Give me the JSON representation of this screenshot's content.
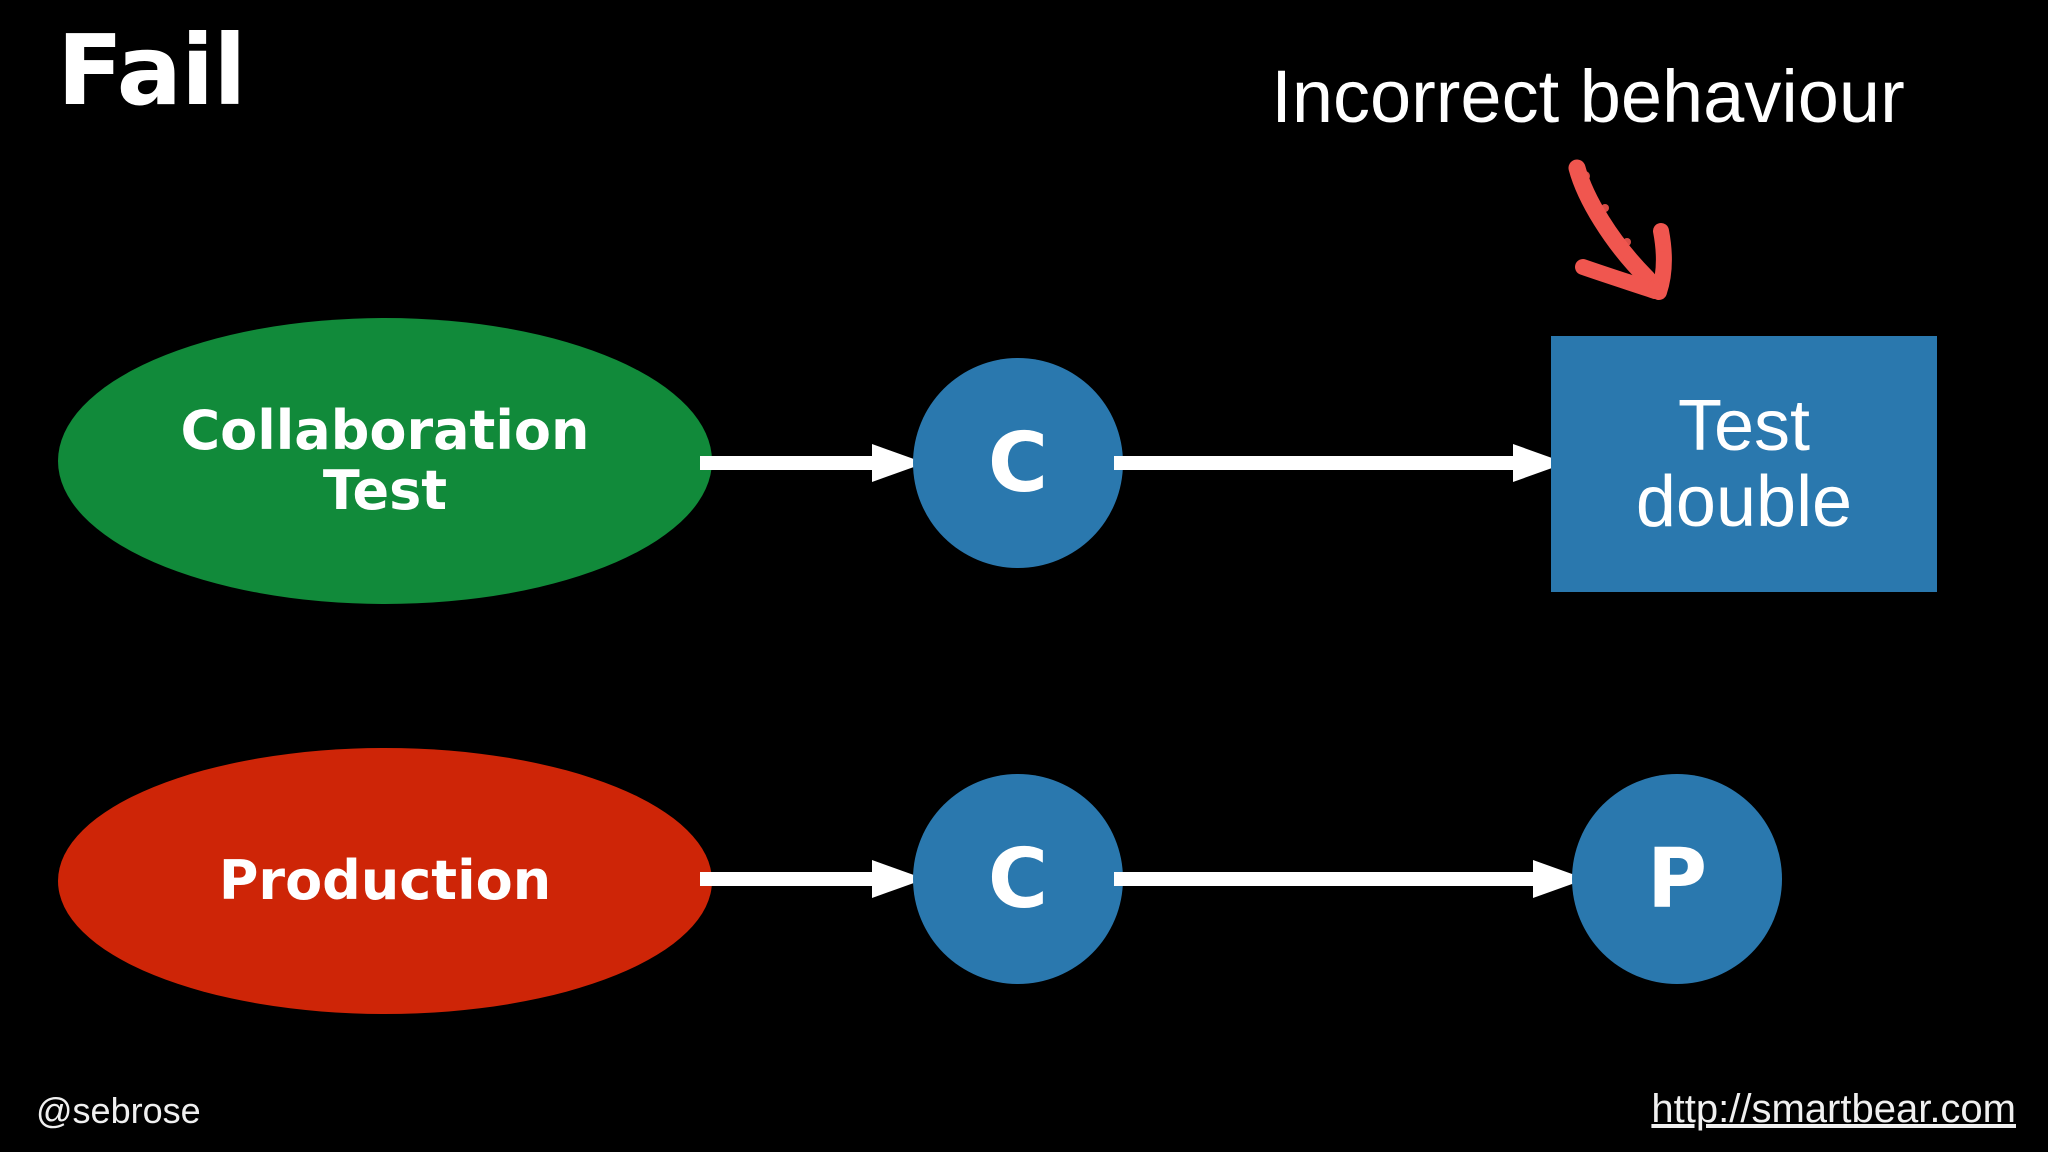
{
  "slide": {
    "background_color": "#000000",
    "title": "Fail"
  },
  "annotation": {
    "text": "Incorrect behaviour",
    "arrow_color": "#F0564F",
    "arrow_style": "hand-drawn",
    "points_to": "Test double"
  },
  "diagram": {
    "arrow_color": "#FFFFFF",
    "rows": [
      {
        "name": "collaboration-test-row",
        "nodes": [
          {
            "id": "collaboration-test",
            "label": "Collaboration Test",
            "shape": "ellipse",
            "color": "#118A3A"
          },
          {
            "id": "c-top",
            "label": "C",
            "shape": "circle",
            "color": "#2A78AE"
          },
          {
            "id": "test-double",
            "label": "Test double",
            "shape": "rectangle",
            "color": "#2A78AE"
          }
        ]
      },
      {
        "name": "production-row",
        "nodes": [
          {
            "id": "production",
            "label": "Production",
            "shape": "ellipse",
            "color": "#CE2507"
          },
          {
            "id": "c-bottom",
            "label": "C",
            "shape": "circle",
            "color": "#2A78AE"
          },
          {
            "id": "p",
            "label": "P",
            "shape": "circle",
            "color": "#2A78AE"
          }
        ]
      }
    ],
    "labels": {
      "collaboration_test_line1": "Collaboration",
      "collaboration_test_line2": "Test",
      "production": "Production",
      "c_top": "C",
      "c_bottom": "C",
      "p": "P",
      "test_double_line1": "Test",
      "test_double_line2": "double"
    }
  },
  "footer": {
    "handle": "@sebrose",
    "url": "http://smartbear.com"
  }
}
